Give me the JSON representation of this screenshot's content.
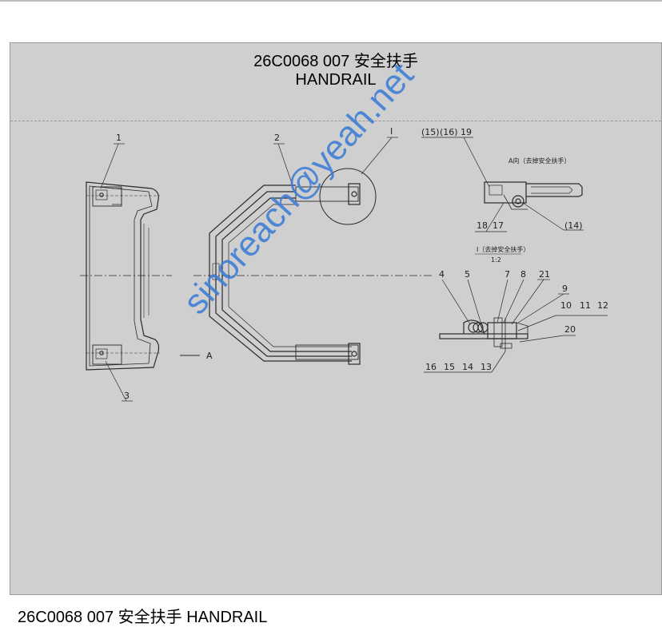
{
  "document": {
    "title_line1": "26C0068 007  安全扶手",
    "title_line2": "HANDRAIL",
    "caption": "26C0068 007  安全扶手  HANDRAIL",
    "watermark": "sinoreach@yeah.net"
  },
  "drawing": {
    "callouts": {
      "c1": "1",
      "c2": "2",
      "c3": "3",
      "cI": "I",
      "cA": "A",
      "c15p": "(15)",
      "c16p": "(16)",
      "c19": "19",
      "c18": "18",
      "c17": "17",
      "c14p": "(14)",
      "c4": "4",
      "c5": "5",
      "c7": "7",
      "c8": "8",
      "c21": "21",
      "c9": "9",
      "c10": "10",
      "c11": "11",
      "c12": "12",
      "c20": "20",
      "c16": "16",
      "c15": "15",
      "c14": "14",
      "c13": "13"
    },
    "view_a_label": "A向（去掉安全扶手）",
    "view_i_label": "I（去掉安全扶手）",
    "view_i_scale": "1:2"
  },
  "colors": {
    "panel": "#cfcfcf",
    "line": "#2a2a2a",
    "watermark": "#3f7fd6"
  }
}
